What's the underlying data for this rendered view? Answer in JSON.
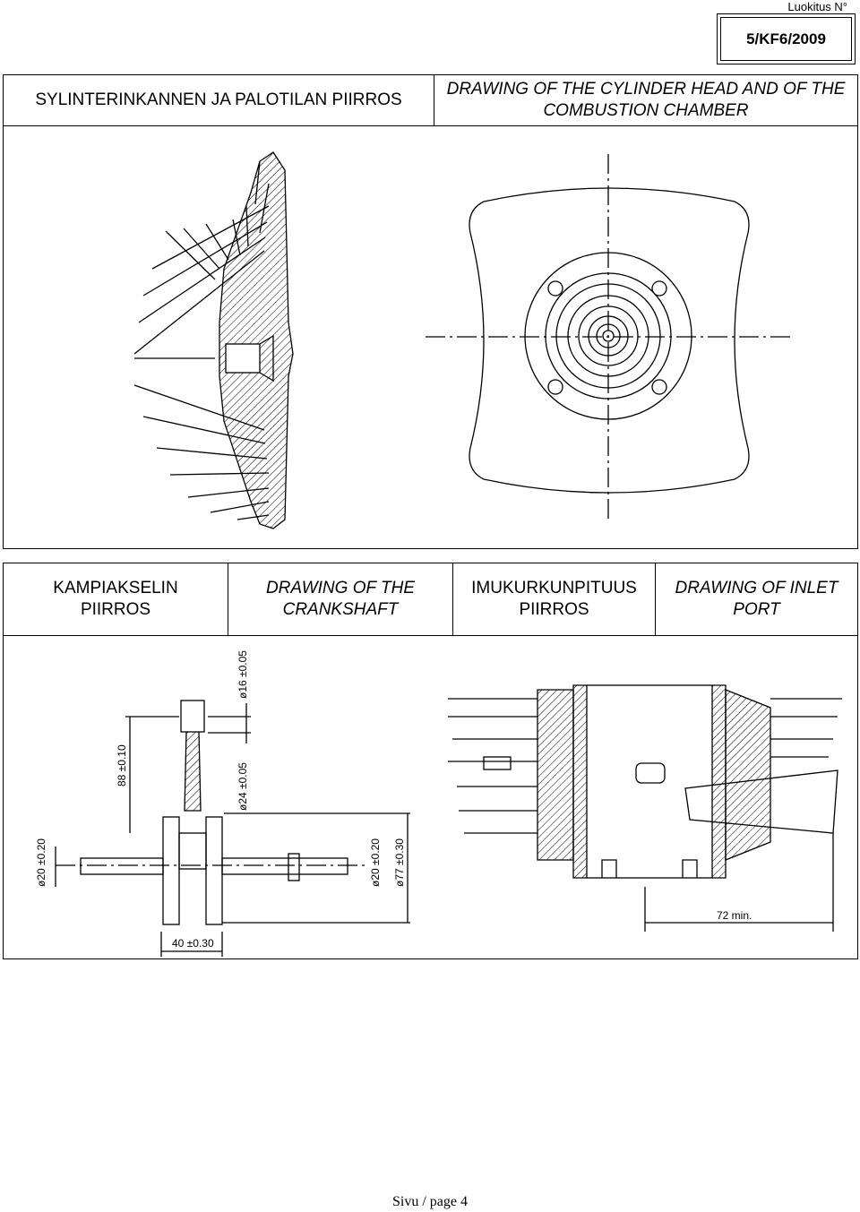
{
  "header": {
    "classification_label": "Luokitus N°",
    "doc_ref": "5/KF6/2009"
  },
  "section1": {
    "title_fi": "SYLINTERINKANNEN JA PALOTILAN PIIRROS",
    "title_en": "DRAWING OF THE CYLINDER HEAD AND OF THE COMBUSTION CHAMBER"
  },
  "section2": {
    "crankshaft_fi": "KAMPIAKSELIN PIIRROS",
    "crankshaft_en": "DRAWING OF THE CRANKSHAFT",
    "inlet_fi": "IMUKURKUNPITUUS PIIRROS",
    "inlet_en": "DRAWING OF INLET PORT"
  },
  "dimensions": {
    "d16": "ø16 ±0.05",
    "l88": "88 ±0.10",
    "d24": "ø24 ±0.05",
    "d20_left": "ø20 ±0.20",
    "d20_right": "ø20 ±0.20",
    "d77": "ø77 ±0.30",
    "w40": "40 ±0.30",
    "l72": "72 min."
  },
  "footer": {
    "page": "Sivu / page 4"
  }
}
